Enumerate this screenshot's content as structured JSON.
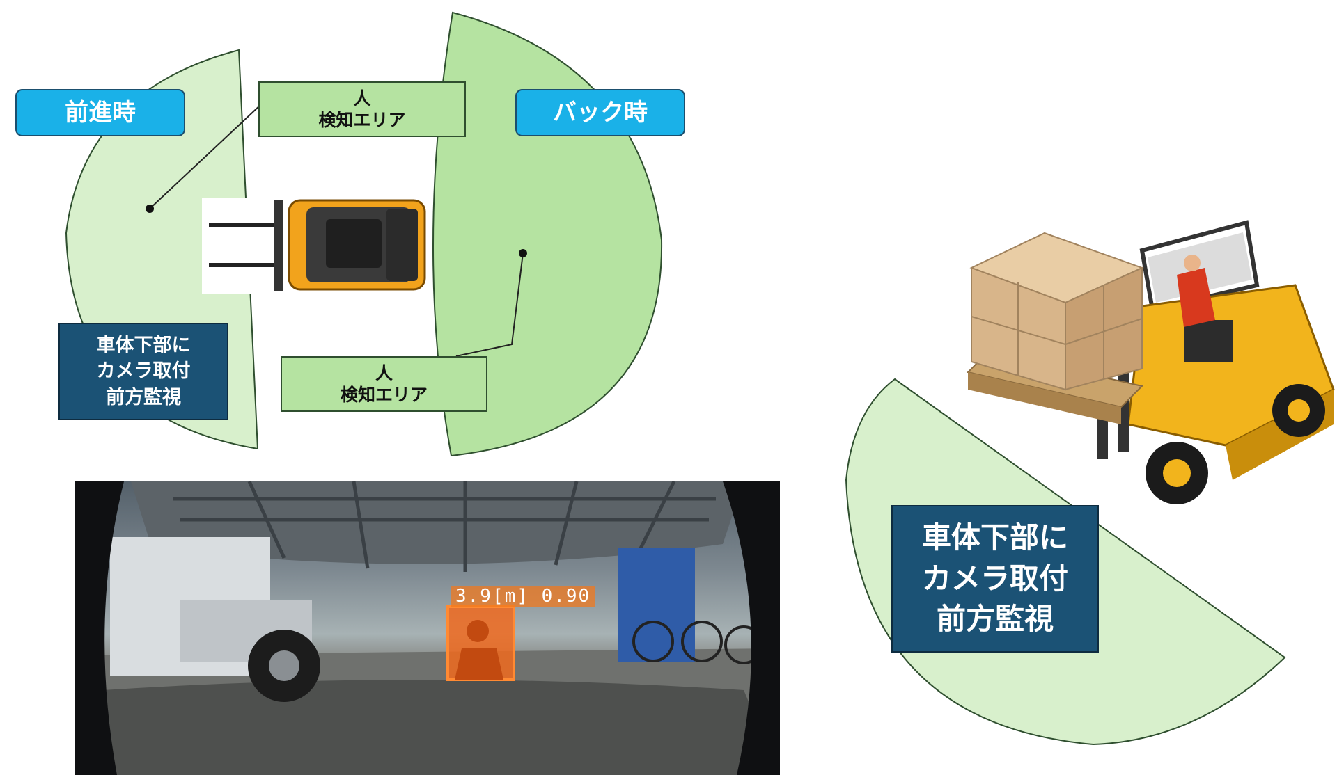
{
  "labels": {
    "forward": "前進時",
    "back": "バック時",
    "zone_top_line1": "人",
    "zone_top_line2": "検知エリア",
    "zone_bottom_line1": "人",
    "zone_bottom_line2": "検知エリア",
    "mount_small_line1": "車体下部に",
    "mount_small_line2": "カメラ取付",
    "mount_small_line3": "前方監視",
    "mount_big_line1": "車体下部に",
    "mount_big_line2": "カメラ取付",
    "mount_big_line3": "前方監視"
  },
  "camera_photo": {
    "detection_readout": "3.9[m] 0.90"
  },
  "colors": {
    "light_zone": "#d8f0cc",
    "zone": "#b5e3a1",
    "pill": "#1ab1e8",
    "navy": "#1b5275",
    "forklift_yellow": "#f2b41c"
  }
}
